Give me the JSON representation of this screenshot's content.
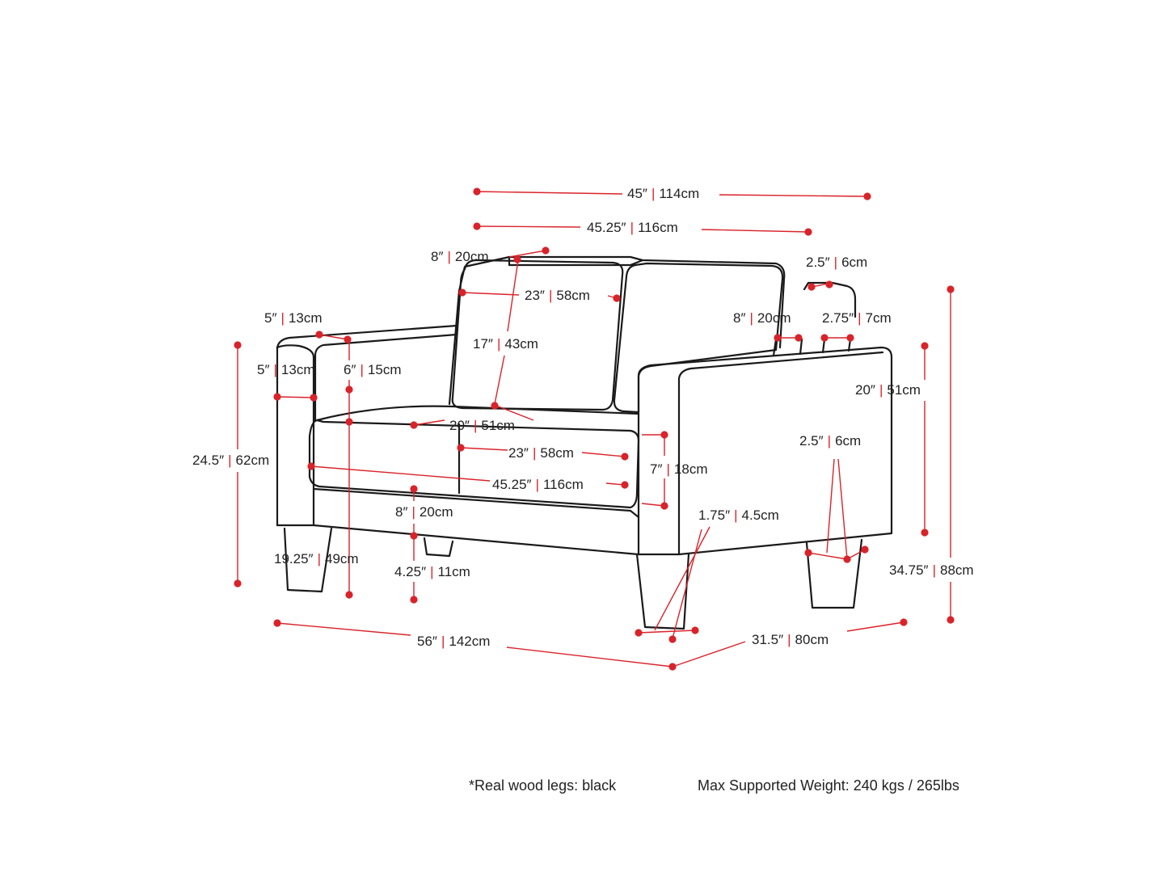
{
  "accent_color": "#d9232a",
  "line_color": "#1a1a1a",
  "dimensions": {
    "width_top": {
      "in": "45″",
      "cm": "114cm"
    },
    "width_back": {
      "in": "45.25″",
      "cm": "116cm"
    },
    "back_cushion_depth": {
      "in": "8″",
      "cm": "20cm"
    },
    "back_cushion_width": {
      "in": "23″",
      "cm": "58cm"
    },
    "back_cushion_height": {
      "in": "17″",
      "cm": "43cm"
    },
    "arm_top_width": {
      "in": "5″",
      "cm": "13cm"
    },
    "arm_front_width": {
      "in": "5″",
      "cm": "13cm"
    },
    "arm_height_above_seat": {
      "in": "6″",
      "cm": "15cm"
    },
    "arm_height": {
      "in": "24.5″",
      "cm": "62cm"
    },
    "seat_depth": {
      "in": "20″",
      "cm": "51cm"
    },
    "seat_cushion_width": {
      "in": "23″",
      "cm": "58cm"
    },
    "seat_width": {
      "in": "45.25″",
      "cm": "116cm"
    },
    "seat_cushion_thickness": {
      "in": "7″",
      "cm": "18cm"
    },
    "base_height": {
      "in": "8″",
      "cm": "20cm"
    },
    "leg_height": {
      "in": "4.25″",
      "cm": "11cm"
    },
    "seat_height": {
      "in": "19.25″",
      "cm": "49cm"
    },
    "overall_width": {
      "in": "56″",
      "cm": "142cm"
    },
    "overall_depth": {
      "in": "31.5″",
      "cm": "80cm"
    },
    "overall_height": {
      "in": "34.75″",
      "cm": "88cm"
    },
    "back_frame_depth": {
      "in": "8″",
      "cm": "20cm"
    },
    "back_frame_top": {
      "in": "2.5″",
      "cm": "6cm"
    },
    "back_frame_width": {
      "in": "2.75″",
      "cm": "7cm"
    },
    "side_arm_height": {
      "in": "20″",
      "cm": "51cm"
    },
    "leg_bottom_width": {
      "in": "1.75″",
      "cm": "4.5cm"
    },
    "leg_top_width": {
      "in": "2.5″",
      "cm": "6cm"
    }
  },
  "notes": {
    "legs": "*Real wood legs: black",
    "weight": "Max Supported Weight: 240 kgs / 265lbs"
  }
}
